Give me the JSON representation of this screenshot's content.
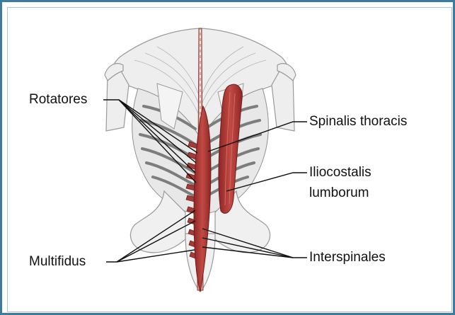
{
  "labels": {
    "rotatores": "Rotatores",
    "multifidus": "Multifidus",
    "spinalis_thoracis": "Spinalis thoracis",
    "iliocostalis_lumborum": [
      "Iliocostalis",
      "lumborum"
    ],
    "interspinales": "Interspinales"
  },
  "colors": {
    "frame": "#3d7a9e",
    "muscle": "#b23a3a",
    "leader_line": "#111111"
  }
}
